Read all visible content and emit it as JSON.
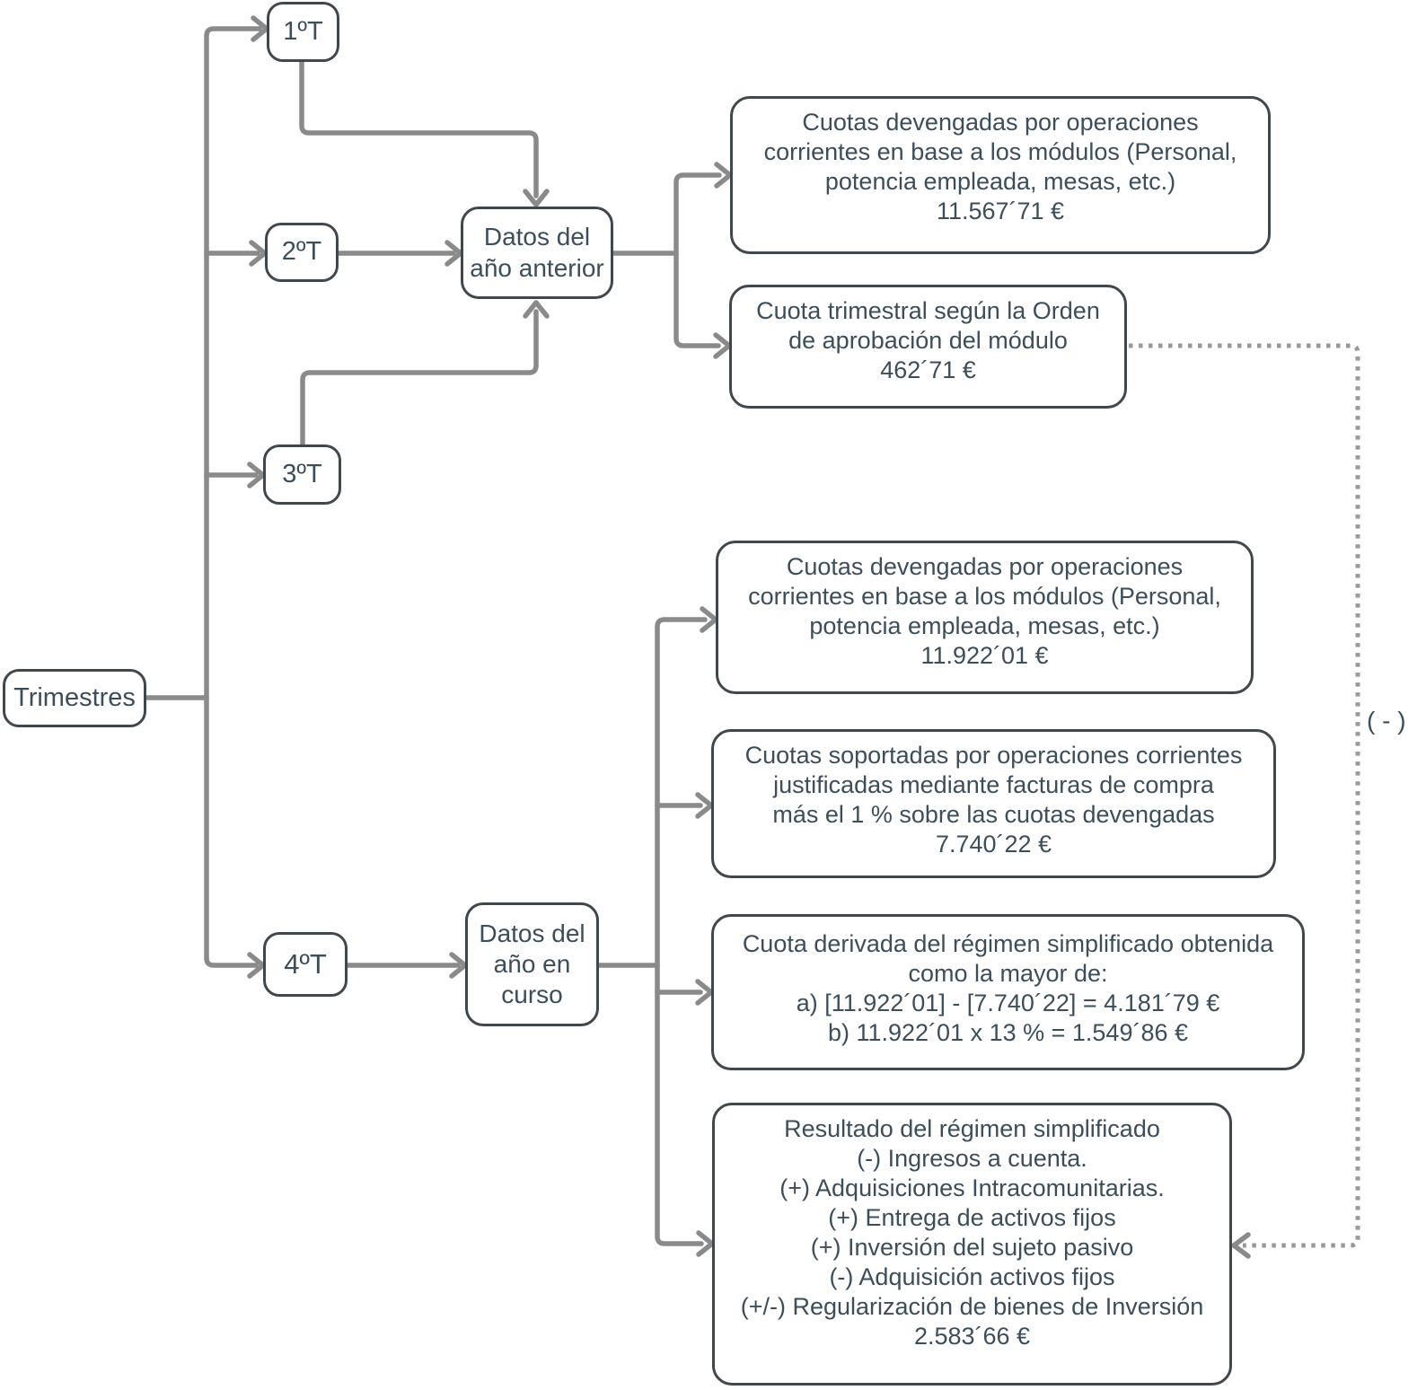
{
  "colors": {
    "border": "#40484e",
    "text": "#3d4e5b",
    "connector": "#8a8a8a",
    "dotted": "#999999",
    "background": "#ffffff"
  },
  "nodes": {
    "root": {
      "label": "Trimestres"
    },
    "q1": {
      "label": "1ºT"
    },
    "q2": {
      "label": "2ºT"
    },
    "q3": {
      "label": "3ºT"
    },
    "q4": {
      "label": "4ºT"
    },
    "prev_year": {
      "label": "Datos del\naño anterior"
    },
    "curr_year": {
      "label": "Datos del\naño en\ncurso"
    },
    "prev_cuotas_devengadas": {
      "label": "Cuotas devengadas por operaciones\ncorrientes en base a los módulos (Personal,\npotencia empleada, mesas, etc.)\n11.567´71 €"
    },
    "prev_cuota_trimestral": {
      "label": "Cuota trimestral según la Orden\nde aprobación del módulo\n462´71 €"
    },
    "curr_cuotas_devengadas": {
      "label": "Cuotas devengadas por operaciones\ncorrientes en base a los módulos (Personal,\npotencia empleada, mesas, etc.)\n11.922´01 €"
    },
    "curr_cuotas_soportadas": {
      "label": "Cuotas soportadas por operaciones corrientes\njustificadas mediante facturas de compra\nmás el 1 % sobre las cuotas devengadas\n7.740´22 €"
    },
    "cuota_derivada": {
      "label": "Cuota derivada del régimen simplificado obtenida\ncomo la mayor de:\na) [11.922´01] - [7.740´22] = 4.181´79 €\nb) 11.922´01 x 13 % = 1.549´86 €"
    },
    "resultado": {
      "label": "Resultado del régimen simplificado\n(-) Ingresos a cuenta.\n(+) Adquisiciones Intracomunitarias.\n(+) Entrega de activos fijos\n(+) Inversión del sujeto pasivo\n(-) Adquisición activos fijos\n(+/-) Regularización de bienes de Inversión\n2.583´66 €"
    }
  },
  "annotations": {
    "minus": "( - )"
  }
}
